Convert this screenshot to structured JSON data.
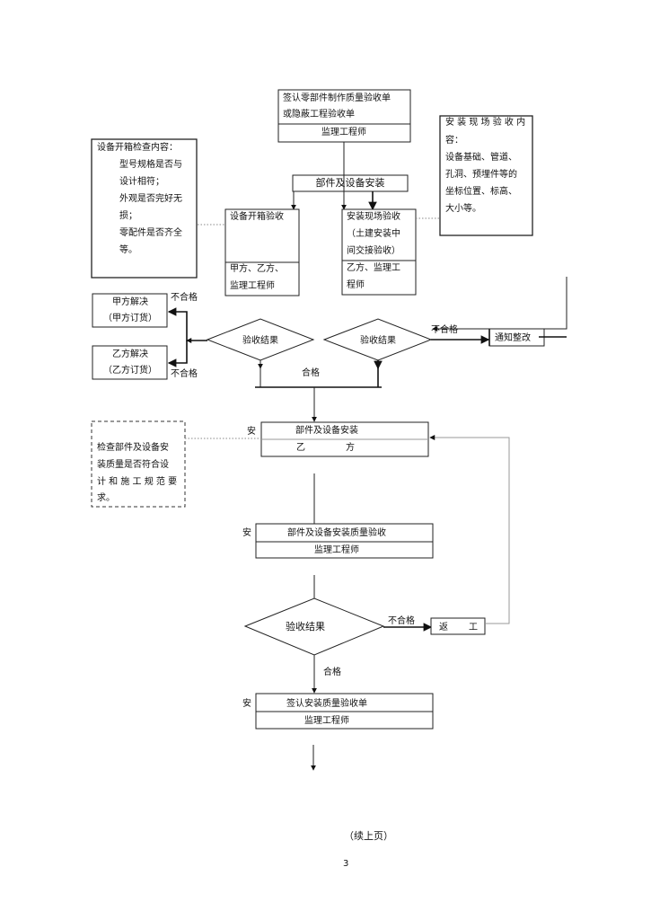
{
  "top_box": {
    "line1": "签认零部件制作质量验收单",
    "line2": "或隐蔽工程验收单",
    "role": "监理工程师"
  },
  "install_note": {
    "lines": [
      "安 装 现 场 验 收 内",
      "容：",
      "设备基础、管道、",
      "孔洞、预埋件等的",
      "坐标位置、标高、",
      "大小等。"
    ]
  },
  "unpack_note": {
    "lines": [
      "设备开箱检查内容：",
      "型号规格是否与",
      "设计相符；",
      "外观是否完好无",
      "损；",
      "零配件是否齐全",
      "等。"
    ]
  },
  "parts_install_top": {
    "label": "部件及设备安装"
  },
  "unpack_check": {
    "title": "设备开箱验收",
    "roles": [
      "甲方、乙方、",
      "监理工程师"
    ]
  },
  "site_check": {
    "title_lines": [
      "安装现场验收",
      "（土建安装中",
      "间交接验收）"
    ],
    "roles": [
      "乙方、监理工",
      "程师"
    ]
  },
  "party_a_resolve": {
    "line1": "甲方解决",
    "line2": "（甲方订货）"
  },
  "party_b_resolve": {
    "line1": "乙方解决",
    "line2": "（乙方订货）"
  },
  "decision_left": {
    "label": "验收结果"
  },
  "decision_right": {
    "label": "验收结果"
  },
  "notify_fix": {
    "label": "通知整改"
  },
  "labels": {
    "fail": "不合格",
    "pass": "合格",
    "side_mark": "安"
  },
  "parts_install_main": {
    "label": "部件及设备安装",
    "party_left": "乙",
    "party_right": "方"
  },
  "quality_note": {
    "lines": [
      "检查部件及设备安",
      "装质量是否符合设",
      "计 和 施 工 规 范 要",
      "求。"
    ]
  },
  "quality_check": {
    "label": "部件及设备安装质量验收",
    "role": "监理工程师"
  },
  "decision_final": {
    "label": "验收结果"
  },
  "rework": {
    "left": "返",
    "right": "工"
  },
  "sign_box": {
    "label": "签认安装质量验收单",
    "role": "监理工程师"
  },
  "footer": {
    "continued": "（续上页）",
    "page_number": "3"
  }
}
